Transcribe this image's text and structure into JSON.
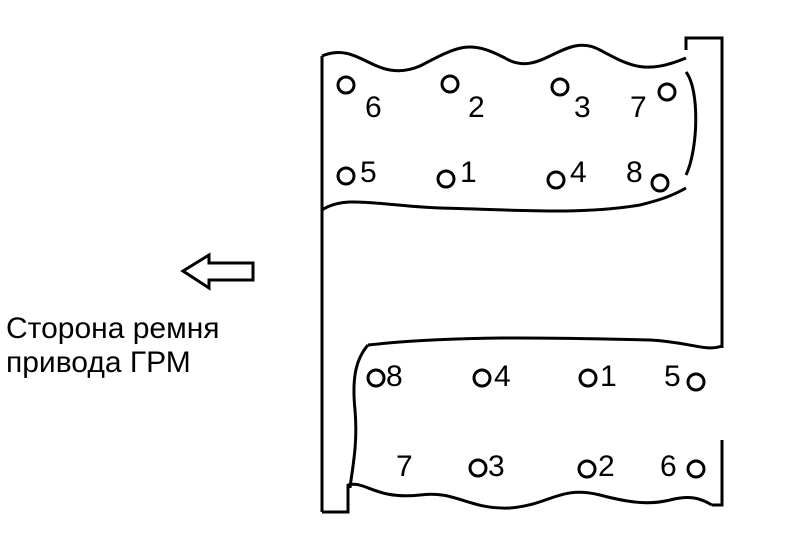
{
  "caption": {
    "line1": "Сторона ремня",
    "line2": "привода ГРМ"
  },
  "direction_icon": "arrow-left-icon",
  "upper_bolts": [
    {
      "label": "6"
    },
    {
      "label": "2"
    },
    {
      "label": "3"
    },
    {
      "label": "7"
    },
    {
      "label": "5"
    },
    {
      "label": "1"
    },
    {
      "label": "4"
    },
    {
      "label": "8"
    }
  ],
  "lower_bolts": [
    {
      "label": "8"
    },
    {
      "label": "4"
    },
    {
      "label": "1"
    },
    {
      "label": "5"
    },
    {
      "label": "7"
    },
    {
      "label": "3"
    },
    {
      "label": "2"
    },
    {
      "label": "6"
    }
  ],
  "colors": {
    "line": "#000000",
    "background": "#ffffff"
  }
}
